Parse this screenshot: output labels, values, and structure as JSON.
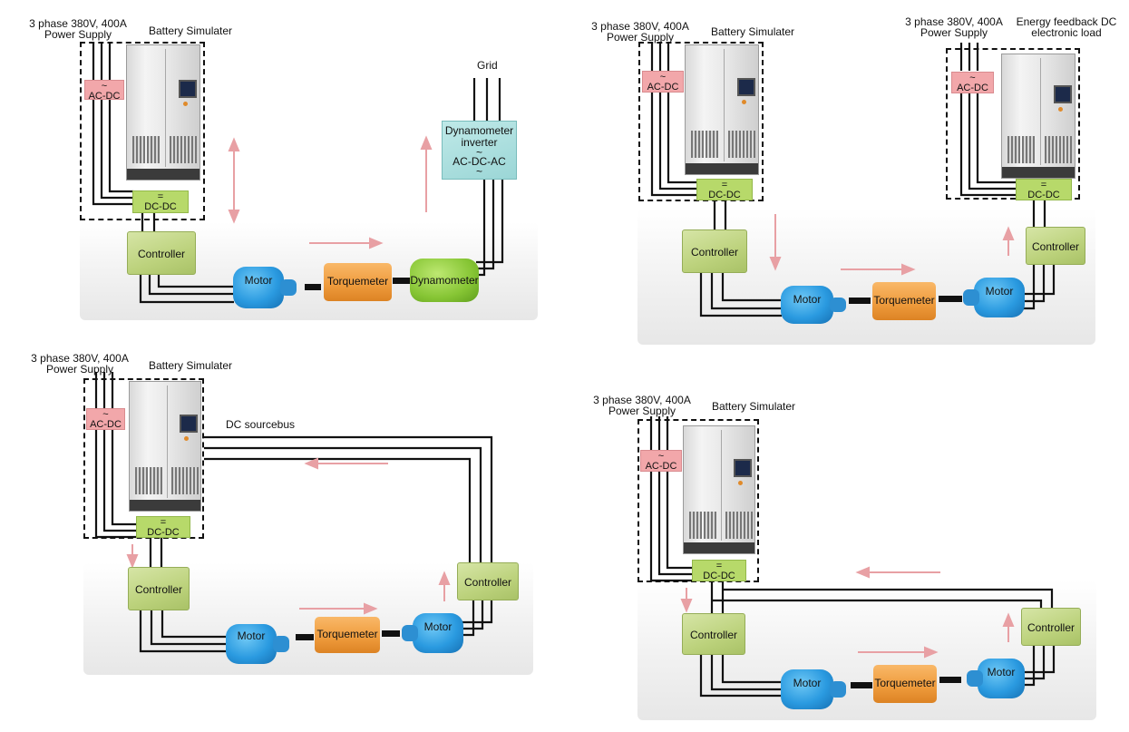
{
  "labels": {
    "supply_line1": "3 phase 380V, 400A",
    "supply_line2": "Power Supply",
    "battery_sim": "Battery Simulater",
    "ac_symbol": "~",
    "ac_dc": "AC-DC",
    "dc_symbol": "=",
    "dc_dc": "DC-DC",
    "controller": "Controller",
    "motor": "Motor",
    "torquemeter": "Torquemeter",
    "dynamometer": "Dynamometer",
    "grid": "Grid",
    "inverter_line1": "Dynamometer",
    "inverter_line2": "inverter",
    "inverter_line3": "~",
    "inverter_line4": "AC-DC-AC",
    "inverter_line5": "~",
    "load_line1": "Energy feedback DC",
    "load_line2": "electronic load",
    "dc_sourcebus": "DC sourcebus"
  },
  "colors": {
    "ac_dc_fill": "#f2a7aa",
    "dc_dc_fill": "#b7d96a",
    "controller_fill": "#bcd27c",
    "motor_fill": "#2a9ae0",
    "torquemeter_fill": "#ee9a3b",
    "dynamometer_fill": "#86c534",
    "inverter_fill": "#9bd6d6",
    "arrow": "#e8a0a4",
    "wire": "#111111"
  },
  "icons": [
    "battery-simulator-cabinet-icon",
    "motor-icon",
    "torquemeter-icon",
    "dynamometer-icon",
    "controller-icon",
    "arrow-icon"
  ]
}
